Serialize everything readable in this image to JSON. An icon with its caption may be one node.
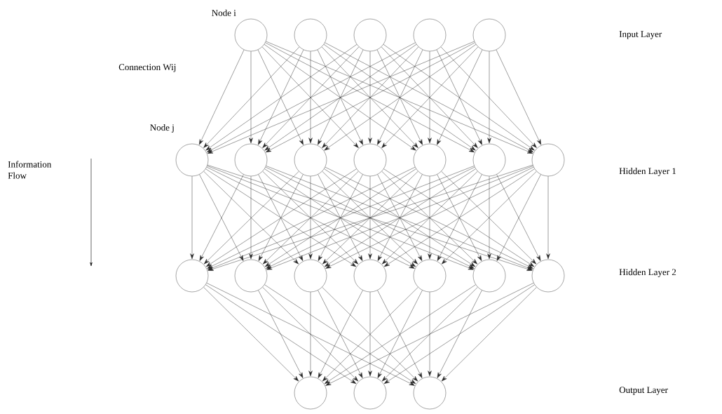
{
  "diagram": {
    "nodes": [
      {
        "text": [],
        "shape": "circle",
        "beside": [
          "Node i"
        ]
      },
      {
        "text": [],
        "shape": "circle"
      },
      {
        "text": [],
        "shape": "circle"
      },
      {
        "text": [],
        "shape": "circle"
      },
      {
        "text": [],
        "shape": "circle"
      },
      {
        "text": [],
        "shape": "circle",
        "beside": [
          "Node j"
        ]
      },
      {
        "text": [],
        "shape": "circle"
      },
      {
        "text": [],
        "shape": "circle"
      },
      {
        "text": [],
        "shape": "circle"
      },
      {
        "text": [],
        "shape": "circle"
      },
      {
        "text": [],
        "shape": "circle"
      },
      {
        "text": [],
        "shape": "circle"
      },
      {
        "text": [],
        "shape": "circle"
      },
      {
        "text": [],
        "shape": "circle"
      },
      {
        "text": [],
        "shape": "circle"
      },
      {
        "text": [],
        "shape": "circle"
      },
      {
        "text": [],
        "shape": "circle"
      },
      {
        "text": [],
        "shape": "circle"
      },
      {
        "text": [],
        "shape": "circle"
      },
      {
        "text": [],
        "shape": "circle"
      },
      {
        "text": [],
        "shape": "circle"
      },
      {
        "text": [],
        "shape": "circle"
      }
    ],
    "edges": [
      {
        "from": 0,
        "to": 5,
        "arrow": "to"
      },
      {
        "from": 0,
        "to": 6,
        "arrow": "to"
      },
      {
        "from": 0,
        "to": 7,
        "arrow": "to"
      },
      {
        "from": 0,
        "to": 8,
        "arrow": "to"
      },
      {
        "from": 0,
        "to": 9,
        "arrow": "to"
      },
      {
        "from": 0,
        "to": 10,
        "arrow": "to"
      },
      {
        "from": 0,
        "to": 11,
        "arrow": "to"
      },
      {
        "from": 1,
        "to": 5,
        "arrow": "to"
      },
      {
        "from": 1,
        "to": 6,
        "arrow": "to"
      },
      {
        "from": 1,
        "to": 7,
        "arrow": "to"
      },
      {
        "from": 1,
        "to": 8,
        "arrow": "to"
      },
      {
        "from": 1,
        "to": 9,
        "arrow": "to"
      },
      {
        "from": 1,
        "to": 10,
        "arrow": "to"
      },
      {
        "from": 1,
        "to": 11,
        "arrow": "to"
      },
      {
        "from": 2,
        "to": 5,
        "arrow": "to"
      },
      {
        "from": 2,
        "to": 6,
        "arrow": "to"
      },
      {
        "from": 2,
        "to": 7,
        "arrow": "to"
      },
      {
        "from": 2,
        "to": 8,
        "arrow": "to"
      },
      {
        "from": 2,
        "to": 9,
        "arrow": "to"
      },
      {
        "from": 2,
        "to": 10,
        "arrow": "to"
      },
      {
        "from": 2,
        "to": 11,
        "arrow": "to"
      },
      {
        "from": 3,
        "to": 5,
        "arrow": "to"
      },
      {
        "from": 3,
        "to": 6,
        "arrow": "to"
      },
      {
        "from": 3,
        "to": 7,
        "arrow": "to"
      },
      {
        "from": 3,
        "to": 8,
        "arrow": "to"
      },
      {
        "from": 3,
        "to": 9,
        "arrow": "to"
      },
      {
        "from": 3,
        "to": 10,
        "arrow": "to"
      },
      {
        "from": 3,
        "to": 11,
        "arrow": "to"
      },
      {
        "from": 4,
        "to": 5,
        "arrow": "to"
      },
      {
        "from": 4,
        "to": 6,
        "arrow": "to"
      },
      {
        "from": 4,
        "to": 7,
        "arrow": "to"
      },
      {
        "from": 4,
        "to": 8,
        "arrow": "to"
      },
      {
        "from": 4,
        "to": 9,
        "arrow": "to"
      },
      {
        "from": 4,
        "to": 10,
        "arrow": "to"
      },
      {
        "from": 4,
        "to": 11,
        "arrow": "to"
      },
      {
        "from": 5,
        "to": 12,
        "arrow": "to"
      },
      {
        "from": 5,
        "to": 13,
        "arrow": "to"
      },
      {
        "from": 5,
        "to": 14,
        "arrow": "to"
      },
      {
        "from": 5,
        "to": 15,
        "arrow": "to"
      },
      {
        "from": 5,
        "to": 16,
        "arrow": "to"
      },
      {
        "from": 5,
        "to": 17,
        "arrow": "to"
      },
      {
        "from": 5,
        "to": 18,
        "arrow": "to"
      },
      {
        "from": 6,
        "to": 12,
        "arrow": "to"
      },
      {
        "from": 6,
        "to": 13,
        "arrow": "to"
      },
      {
        "from": 6,
        "to": 14,
        "arrow": "to"
      },
      {
        "from": 6,
        "to": 15,
        "arrow": "to"
      },
      {
        "from": 6,
        "to": 16,
        "arrow": "to"
      },
      {
        "from": 6,
        "to": 17,
        "arrow": "to"
      },
      {
        "from": 6,
        "to": 18,
        "arrow": "to"
      },
      {
        "from": 7,
        "to": 12,
        "arrow": "to"
      },
      {
        "from": 7,
        "to": 13,
        "arrow": "to"
      },
      {
        "from": 7,
        "to": 14,
        "arrow": "to"
      },
      {
        "from": 7,
        "to": 15,
        "arrow": "to"
      },
      {
        "from": 7,
        "to": 16,
        "arrow": "to"
      },
      {
        "from": 7,
        "to": 17,
        "arrow": "to"
      },
      {
        "from": 7,
        "to": 18,
        "arrow": "to"
      },
      {
        "from": 8,
        "to": 12,
        "arrow": "to"
      },
      {
        "from": 8,
        "to": 13,
        "arrow": "to"
      },
      {
        "from": 8,
        "to": 14,
        "arrow": "to"
      },
      {
        "from": 8,
        "to": 15,
        "arrow": "to"
      },
      {
        "from": 8,
        "to": 16,
        "arrow": "to"
      },
      {
        "from": 8,
        "to": 17,
        "arrow": "to"
      },
      {
        "from": 8,
        "to": 18,
        "arrow": "to"
      },
      {
        "from": 9,
        "to": 12,
        "arrow": "to"
      },
      {
        "from": 9,
        "to": 13,
        "arrow": "to"
      },
      {
        "from": 9,
        "to": 14,
        "arrow": "to"
      },
      {
        "from": 9,
        "to": 15,
        "arrow": "to"
      },
      {
        "from": 9,
        "to": 16,
        "arrow": "to"
      },
      {
        "from": 9,
        "to": 17,
        "arrow": "to"
      },
      {
        "from": 9,
        "to": 18,
        "arrow": "to"
      },
      {
        "from": 10,
        "to": 12,
        "arrow": "to"
      },
      {
        "from": 10,
        "to": 13,
        "arrow": "to"
      },
      {
        "from": 10,
        "to": 14,
        "arrow": "to"
      },
      {
        "from": 10,
        "to": 15,
        "arrow": "to"
      },
      {
        "from": 10,
        "to": 16,
        "arrow": "to"
      },
      {
        "from": 10,
        "to": 17,
        "arrow": "to"
      },
      {
        "from": 10,
        "to": 18,
        "arrow": "to"
      },
      {
        "from": 11,
        "to": 12,
        "arrow": "to"
      },
      {
        "from": 11,
        "to": 13,
        "arrow": "to"
      },
      {
        "from": 11,
        "to": 14,
        "arrow": "to"
      },
      {
        "from": 11,
        "to": 15,
        "arrow": "to"
      },
      {
        "from": 11,
        "to": 16,
        "arrow": "to"
      },
      {
        "from": 11,
        "to": 17,
        "arrow": "to"
      },
      {
        "from": 11,
        "to": 18,
        "arrow": "to"
      },
      {
        "from": 12,
        "to": 19,
        "arrow": "to"
      },
      {
        "from": 12,
        "to": 20,
        "arrow": "to"
      },
      {
        "from": 12,
        "to": 21,
        "arrow": "to"
      },
      {
        "from": 13,
        "to": 19,
        "arrow": "to"
      },
      {
        "from": 13,
        "to": 20,
        "arrow": "to"
      },
      {
        "from": 13,
        "to": 21,
        "arrow": "to"
      },
      {
        "from": 14,
        "to": 19,
        "arrow": "to"
      },
      {
        "from": 14,
        "to": 20,
        "arrow": "to"
      },
      {
        "from": 14,
        "to": 21,
        "arrow": "to"
      },
      {
        "from": 15,
        "to": 19,
        "arrow": "to"
      },
      {
        "from": 15,
        "to": 20,
        "arrow": "to"
      },
      {
        "from": 15,
        "to": 21,
        "arrow": "to"
      },
      {
        "from": 16,
        "to": 19,
        "arrow": "to"
      },
      {
        "from": 16,
        "to": 20,
        "arrow": "to"
      },
      {
        "from": 16,
        "to": 21,
        "arrow": "to"
      },
      {
        "from": 17,
        "to": 19,
        "arrow": "to"
      },
      {
        "from": 17,
        "to": 20,
        "arrow": "to"
      },
      {
        "from": 17,
        "to": 21,
        "arrow": "to"
      },
      {
        "from": 18,
        "to": 19,
        "arrow": "to"
      },
      {
        "from": 18,
        "to": 20,
        "arrow": "to"
      },
      {
        "from": 18,
        "to": 21,
        "arrow": "to"
      }
    ],
    "labels": [
      "Input Layer",
      "Connection Wij",
      "Information Flow",
      "Hidden Layer 1",
      "Hidden Layer 2",
      "Output Layer"
    ]
  }
}
